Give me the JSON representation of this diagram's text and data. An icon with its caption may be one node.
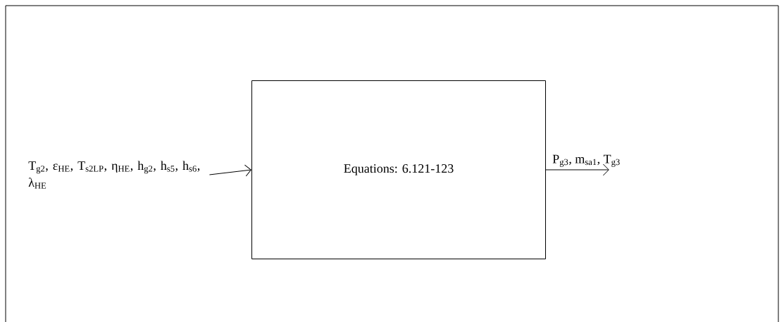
{
  "diagram": {
    "nodes": [
      {
        "text": [
          "T$_{g2}$, ε$_{HE}$, T$_{s2LP}$, η$_{HE}$, h$_{g2}$, h$_{s5}$, h$_{s6}$, λ$_{HE}$"
        ]
      },
      {
        "text": [
          "Equations: 6.121-123"
        ]
      }
    ],
    "edges": [
      {
        "from": 0,
        "to": 1,
        "arrow": "to"
      },
      {
        "from": 1,
        "to": null,
        "arrow": "to",
        "label": "P$_{g3}$, m$_{sa1}$, T$_{g3}$"
      }
    ]
  }
}
